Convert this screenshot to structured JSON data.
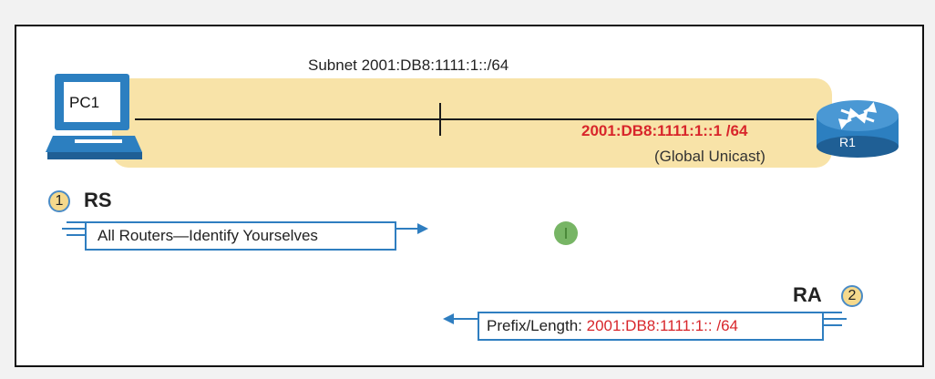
{
  "subnet_label": "Subnet 2001:DB8:1111:1::/64",
  "pc1": {
    "label": "PC1"
  },
  "router": {
    "label": "R1",
    "address": "2001:DB8:1111:1::1 /64",
    "address_type": "(Global Unicast)"
  },
  "rs": {
    "step": "1",
    "title": "RS",
    "message": "All Routers—Identify Yourselves"
  },
  "ra": {
    "step": "2",
    "title": "RA",
    "message_label": "Prefix/Length: ",
    "message_value": "2001:DB8:1111:1:: /64"
  },
  "colors": {
    "subnet_fill": "#f8e3a8",
    "router_blue": "#2c7fc0",
    "arrow_blue": "#2f7ec0",
    "address_red": "#d8262b",
    "step_fill": "#f5d98c"
  }
}
